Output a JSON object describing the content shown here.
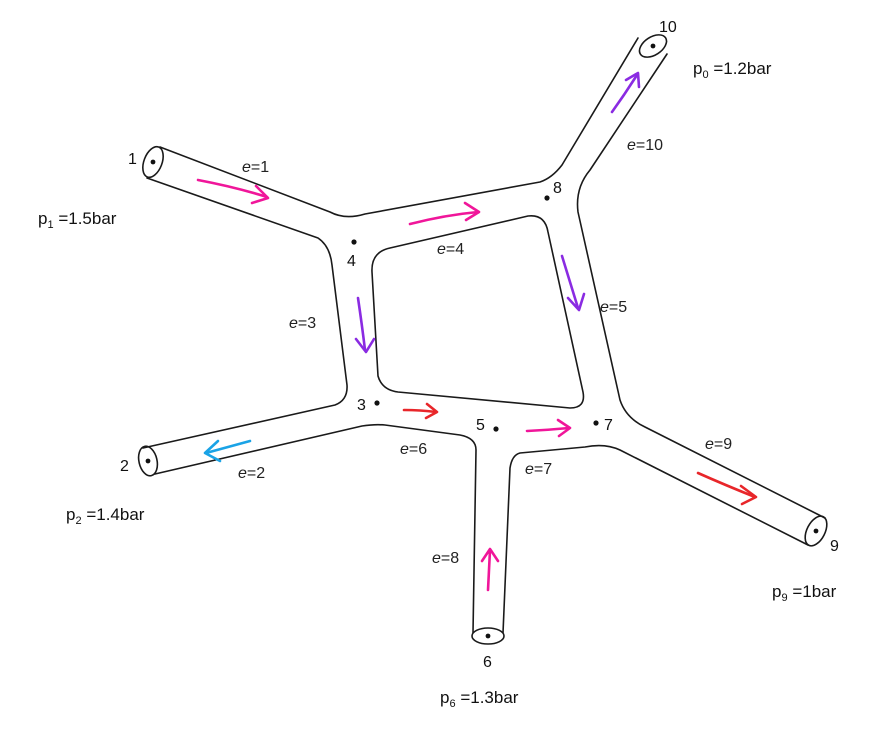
{
  "nodes": [
    {
      "id": "1",
      "label": "1"
    },
    {
      "id": "2",
      "label": "2"
    },
    {
      "id": "3",
      "label": "3"
    },
    {
      "id": "4",
      "label": "4"
    },
    {
      "id": "5",
      "label": "5"
    },
    {
      "id": "6",
      "label": "6"
    },
    {
      "id": "7",
      "label": "7"
    },
    {
      "id": "8",
      "label": "8"
    },
    {
      "id": "9",
      "label": "9"
    },
    {
      "id": "10",
      "label": "10"
    }
  ],
  "edges": [
    {
      "id": "e1",
      "var": "e",
      "value": "=1"
    },
    {
      "id": "e2",
      "var": "e",
      "value": "=2"
    },
    {
      "id": "e3",
      "var": "e",
      "value": "=3"
    },
    {
      "id": "e4",
      "var": "e",
      "value": "=4"
    },
    {
      "id": "e5",
      "var": "e",
      "value": "=5"
    },
    {
      "id": "e6",
      "var": "e",
      "value": "=6"
    },
    {
      "id": "e7",
      "var": "e",
      "value": "=7"
    },
    {
      "id": "e8",
      "var": "e",
      "value": "=8"
    },
    {
      "id": "e9",
      "var": "e",
      "value": "=9"
    },
    {
      "id": "e10",
      "var": "e",
      "value": "=10"
    }
  ],
  "pressures": [
    {
      "id": "p0",
      "var": "p",
      "sub": "0",
      "value": " =1.2bar"
    },
    {
      "id": "p1",
      "var": "p",
      "sub": "1",
      "value": " =1.5bar"
    },
    {
      "id": "p2",
      "var": "p",
      "sub": "2",
      "value": " =1.4bar"
    },
    {
      "id": "p6",
      "var": "p",
      "sub": "6",
      "value": " =1.3bar"
    },
    {
      "id": "p9",
      "var": "p",
      "sub": "9",
      "value": " =1bar"
    }
  ],
  "colors": {
    "pink": "#f0169a",
    "purple": "#8a2be2",
    "red": "#e8262a",
    "blue": "#1aa3e6",
    "outline": "#1a1a1a"
  }
}
